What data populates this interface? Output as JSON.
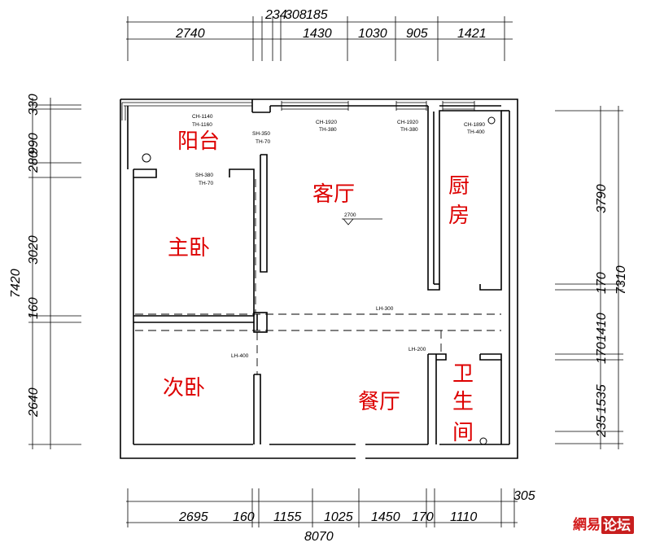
{
  "dimensions": {
    "top_row1": [
      "234",
      "308",
      "185"
    ],
    "top_row2": [
      "2740",
      "1430",
      "1030",
      "905",
      "1421"
    ],
    "left_small": [
      "330",
      "990",
      "280"
    ],
    "left_main": [
      "3020",
      "160",
      "2640"
    ],
    "left_total": "7420",
    "right_main": [
      "3790",
      "170",
      "1410",
      "170",
      "1535",
      "235"
    ],
    "right_total": "7310",
    "bottom_row": [
      "2695",
      "160",
      "1155",
      "1025",
      "1450",
      "170",
      "1110"
    ],
    "bottom_extra": "305",
    "bottom_total": "8070"
  },
  "notes": {
    "ch_1140": "CH-1140",
    "th_1160": "TH-1160",
    "sh_350": "SH-350",
    "th_70a": "TH-70",
    "sh_380": "SH-380",
    "th_70b": "TH-70",
    "ch_1920a": "CH-1920",
    "th_380a": "TH-380",
    "ch_1920b": "CH-1920",
    "th_380b": "TH-380",
    "ch_1890": "CH-1890",
    "th_400": "TH-400",
    "level": "2700",
    "lh_300": "LH-300",
    "lh_400": "LH-400",
    "lh_200": "LH-200"
  },
  "rooms": {
    "balcony": "阳台",
    "living": "客厅",
    "kitchen": "厨房",
    "master": "主卧",
    "second": "次卧",
    "dining": "餐厅",
    "bath_1": "卫",
    "bath_2": "生",
    "bath_3": "间"
  },
  "watermark": {
    "part1": "網易",
    "part2": "论坛",
    "color_red": "#d21b1b",
    "color_box": "#c81e1e"
  },
  "colors": {
    "room_label": "#dd0000",
    "lines": "#000000"
  }
}
